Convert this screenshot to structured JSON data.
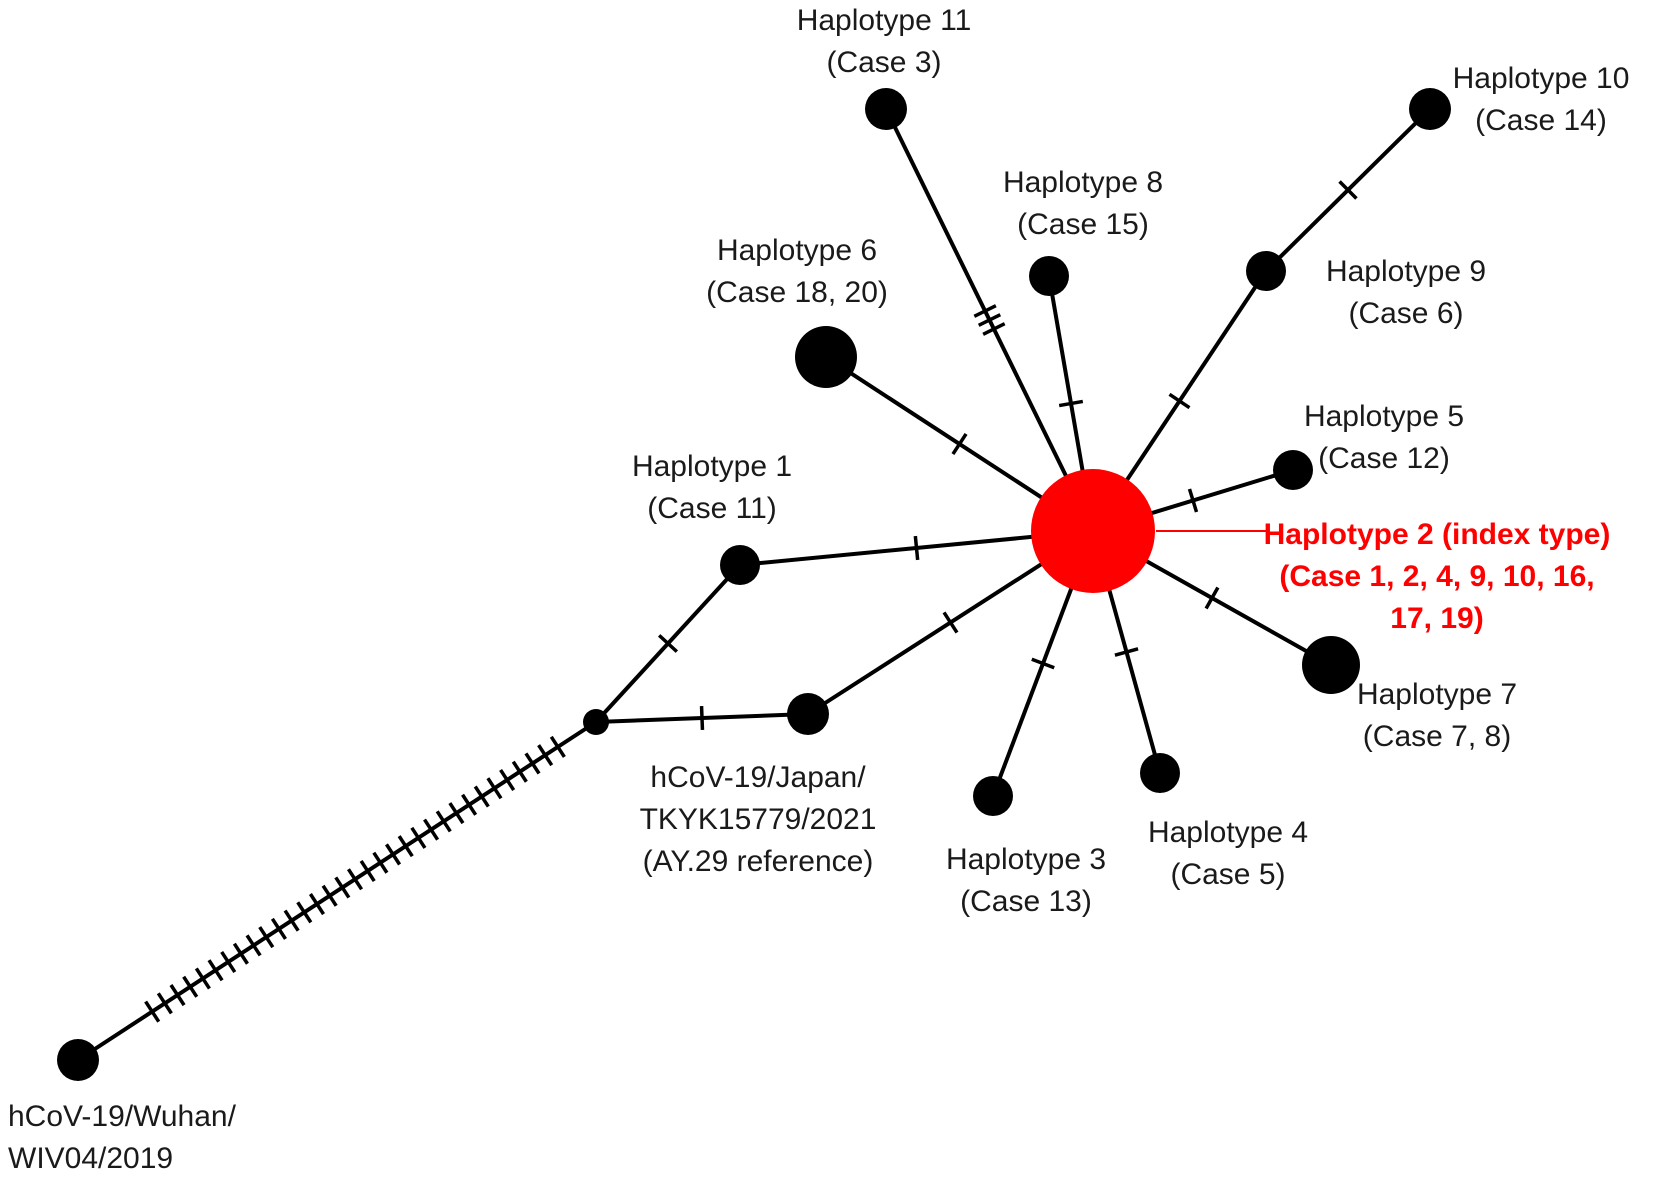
{
  "colors": {
    "node": "#000000",
    "index_node": "#ff0000",
    "index_label": "#ff0000"
  },
  "network": {
    "nodes": [
      {
        "id": "index",
        "lines": [
          "Haplotype 2 (index type)",
          "(Case 1, 2, 4, 9, 10, 16,",
          "17, 19)"
        ],
        "highlight": true
      },
      {
        "id": "h1",
        "lines": [
          "Haplotype 1",
          "(Case 11)"
        ]
      },
      {
        "id": "h3",
        "lines": [
          "Haplotype 3",
          "(Case 13)"
        ]
      },
      {
        "id": "h4",
        "lines": [
          "Haplotype 4",
          "(Case 5)"
        ]
      },
      {
        "id": "h5",
        "lines": [
          "Haplotype 5",
          "(Case 12)"
        ]
      },
      {
        "id": "h6",
        "lines": [
          "Haplotype 6",
          "(Case 18,  20)"
        ]
      },
      {
        "id": "h7",
        "lines": [
          "Haplotype 7",
          "(Case 7, 8)"
        ]
      },
      {
        "id": "h8",
        "lines": [
          "Haplotype 8",
          "(Case 15)"
        ]
      },
      {
        "id": "h9",
        "lines": [
          "Haplotype 9",
          "(Case 6)"
        ]
      },
      {
        "id": "h10",
        "lines": [
          "Haplotype 10",
          "(Case 14)"
        ]
      },
      {
        "id": "h11",
        "lines": [
          "Haplotype 11",
          "(Case 3)"
        ]
      },
      {
        "id": "ay29",
        "lines": [
          "hCoV-19/Japan/",
          "TKYK15779/2021",
          "(AY.29 reference)"
        ]
      },
      {
        "id": "wuhan",
        "lines": [
          "hCoV-19/Wuhan/",
          "WIV04/2019"
        ]
      },
      {
        "id": "median",
        "lines": []
      }
    ],
    "edges": [
      {
        "from": "index",
        "to": "h1",
        "mutations": 1
      },
      {
        "from": "index",
        "to": "h3",
        "mutations": 1
      },
      {
        "from": "index",
        "to": "h4",
        "mutations": 1
      },
      {
        "from": "index",
        "to": "h5",
        "mutations": 1
      },
      {
        "from": "index",
        "to": "h6",
        "mutations": 1
      },
      {
        "from": "index",
        "to": "h7",
        "mutations": 1
      },
      {
        "from": "index",
        "to": "h8",
        "mutations": 1
      },
      {
        "from": "index",
        "to": "h9",
        "mutations": 1
      },
      {
        "from": "h9",
        "to": "h10",
        "mutations": 1
      },
      {
        "from": "index",
        "to": "h11",
        "mutations": 3
      },
      {
        "from": "index",
        "to": "ay29",
        "mutations": 1
      },
      {
        "from": "h1",
        "to": "median",
        "mutations": 1
      },
      {
        "from": "ay29",
        "to": "median",
        "mutations": 1
      },
      {
        "from": "median",
        "to": "wuhan",
        "mutations": 33
      }
    ]
  }
}
